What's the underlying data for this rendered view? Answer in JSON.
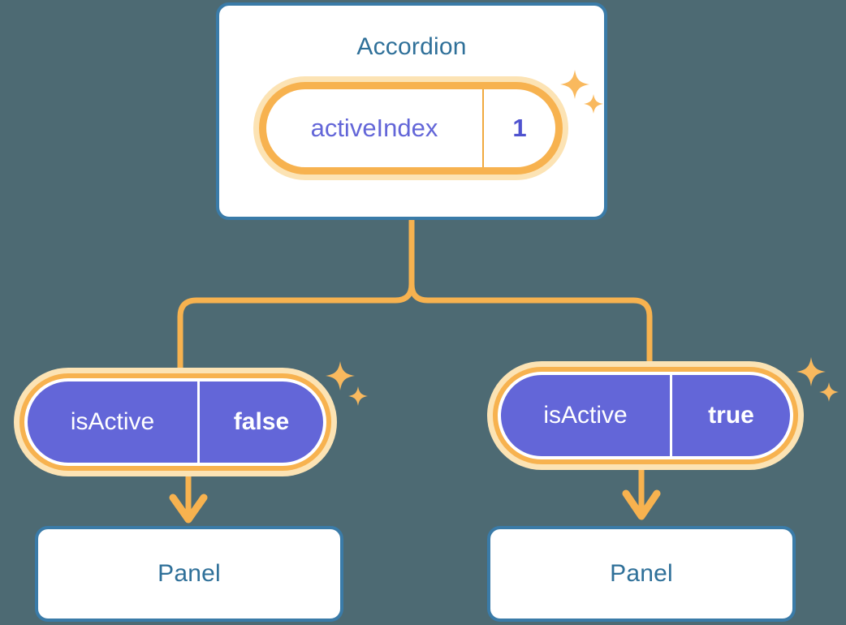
{
  "diagram": {
    "title_text": "Accordion",
    "background_color": "#4d6a73",
    "accent_orange": "#f7b24f",
    "accent_purple": "#6366d8",
    "accent_blue": "#2f7099",
    "root": {
      "label": "Accordion",
      "state": {
        "key": "activeIndex",
        "value": "1"
      }
    },
    "children": [
      {
        "state": {
          "key": "isActive",
          "value": "false"
        },
        "panel_label": "Panel"
      },
      {
        "state": {
          "key": "isActive",
          "value": "true"
        },
        "panel_label": "Panel"
      }
    ]
  }
}
